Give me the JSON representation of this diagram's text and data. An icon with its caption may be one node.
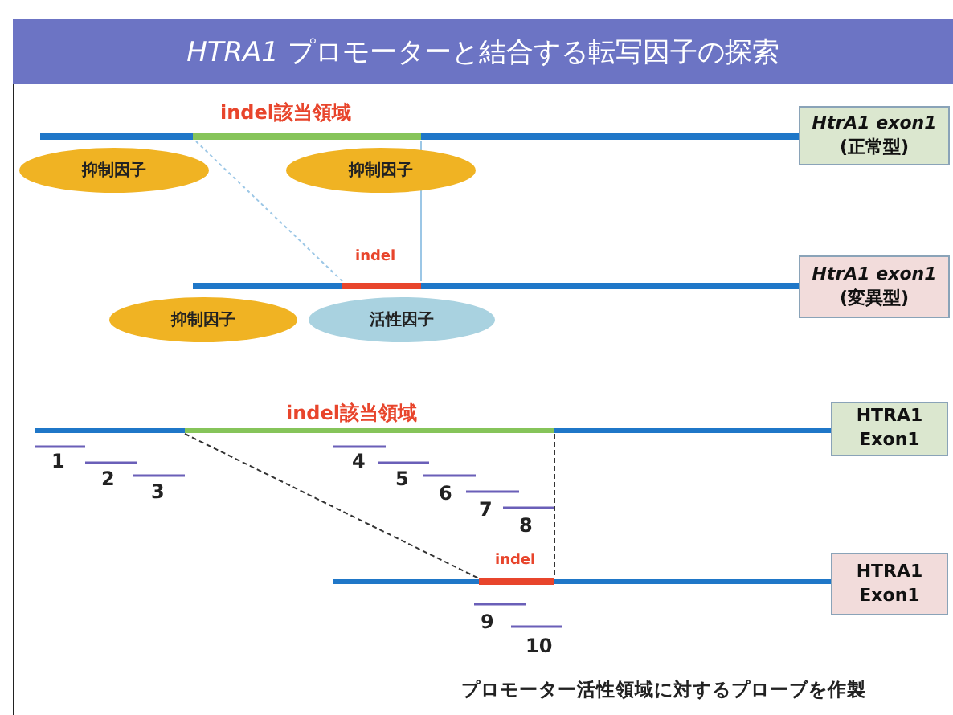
{
  "diagram": {
    "title": "*HTRA1* プロモーターと結合する転写因子の探索",
    "nodes": [
      {
        "text": [
          "*HtrA1 exon1* (正常型)"
        ]
      },
      {
        "text": [
          "抑制因子"
        ]
      },
      {
        "text": [
          "抑制因子"
        ]
      },
      {
        "text": [
          "*HtrA1 exon1* (変異型)"
        ]
      },
      {
        "text": [
          "抑制因子"
        ]
      },
      {
        "text": [
          "活性因子"
        ]
      },
      {
        "text": [
          "HTRA1 Exon1"
        ]
      },
      {
        "text": [
          "HTRA1 Exon1"
        ]
      }
    ],
    "labels": [
      "indel該当領域",
      "indel",
      "indel該当領域",
      "1",
      "2",
      "3",
      "4",
      "5",
      "6",
      "7",
      "8",
      "indel",
      "9",
      "10",
      "プロモーター活性領域に対するプローブを作製"
    ]
  }
}
